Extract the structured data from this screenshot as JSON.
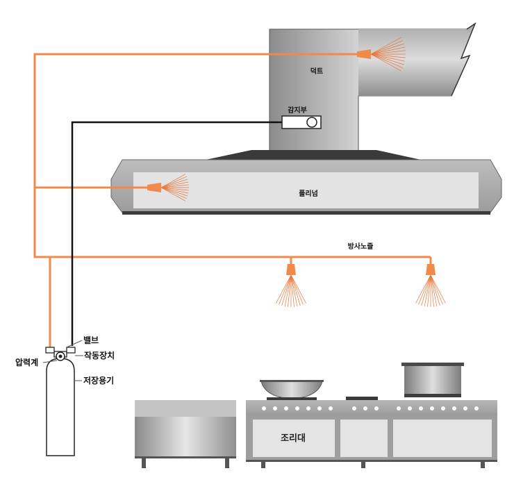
{
  "labels": {
    "duct": "덕트",
    "detector": "감지부",
    "plenum": "플리넘",
    "nozzle": "방사노즐",
    "valve": "밸브",
    "actuator": "작동장치",
    "gauge": "압력계",
    "container": "저장용기",
    "cooking": "조리대"
  },
  "colors": {
    "pipe": "#f08a4b",
    "wire": "#111111",
    "steel_dark": "#6f6f6f",
    "steel_light": "#e9e9e9"
  }
}
